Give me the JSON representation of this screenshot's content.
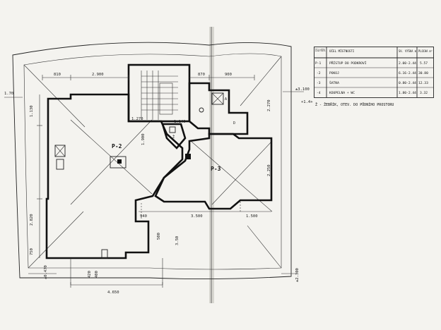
{
  "rooms": {
    "p2": "P-2",
    "p3": "P-3"
  },
  "dimensions": {
    "top_left": "810",
    "top_mid": "2.900",
    "top_right_a": "870",
    "top_right_b": "900",
    "left_a": "1.130",
    "left_b": "2.820",
    "left_c": "750",
    "inner_a": "1.270",
    "inner_b": "1.900",
    "inner_c": "1.140",
    "inner_d": "2.270",
    "inner_e": "2.250",
    "bottom_mid": "3.500",
    "bottom_right": "1.500",
    "bottom_small": "940",
    "bottom_total": "4.650",
    "bottom_a": "420",
    "bottom_b": "400",
    "left_edge": "1.70",
    "right_top": "±3.100",
    "right_bottom": "±2.300",
    "left_bottom": "±0.470",
    "right_lbl": "+1.4+",
    "mark_a": "500",
    "mark_b": "3.50"
  },
  "legend": {
    "headers": {
      "no": "ČÍSLO MÍSTN.",
      "name": "ÚČEL MÍSTNOSTI",
      "height": "SV. VÝŠKA m",
      "area": "PLOCHA m²"
    },
    "rows": [
      {
        "no": "P-1",
        "name": "PŘÍSTUP DO PODKROVÍ",
        "height": "2.00-2.44",
        "area": "5.57"
      },
      {
        "no": "-2",
        "name": "POKOJ",
        "height": "6.16-2.44",
        "area": "30.80"
      },
      {
        "no": "-3",
        "name": "ŠATNA",
        "height": "0.80-2.44",
        "area": "12.33"
      },
      {
        "no": "-4",
        "name": "KOUPELNA + WC",
        "height": "1.80-2.44",
        "area": "3.32"
      }
    ],
    "note": "Ž - ŽEBŘÍK, OTEV. DO PŮDNÍHO PROSTORU"
  },
  "marks": {
    "z": "Ž",
    "d": "D",
    "a": "A"
  }
}
